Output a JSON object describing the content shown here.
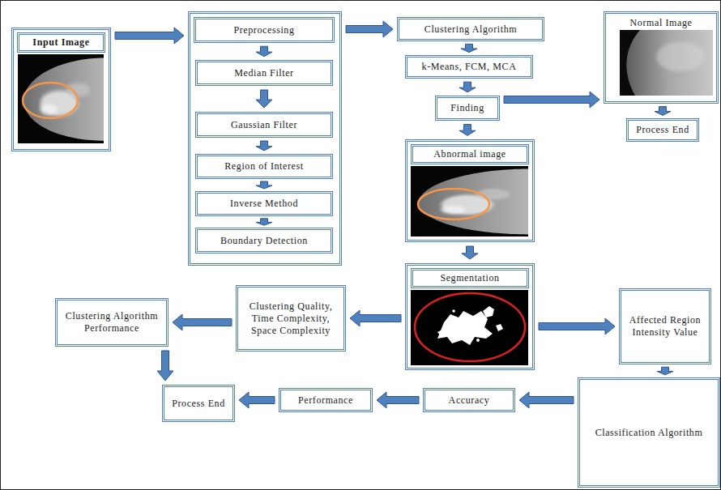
{
  "diagram": {
    "nodes": [
      {
        "text": [
          "Input Image"
        ]
      },
      {
        "text": []
      },
      {
        "text": [
          "Preprocessing"
        ],
        "in": 1
      },
      {
        "text": [
          "Median Filter"
        ],
        "in": 1
      },
      {
        "text": [
          "Gaussian Filter"
        ],
        "in": 1
      },
      {
        "text": [
          "Region of Interest"
        ],
        "in": 1
      },
      {
        "text": [
          "Inverse Method"
        ],
        "in": 1
      },
      {
        "text": [
          "Boundary Detection"
        ],
        "in": 1
      },
      {
        "text": [
          "Clustering Algorithm"
        ]
      },
      {
        "text": [
          "k-Means, FCM, MCA"
        ]
      },
      {
        "text": [
          "Finding"
        ]
      },
      {
        "text": [
          "Normal Image"
        ]
      },
      {
        "text": [
          "Process End"
        ]
      },
      {
        "text": [
          "Abnormal image"
        ]
      },
      {
        "text": [
          "Segmentation"
        ]
      },
      {
        "text": [
          "Clustering Quality, Time Complexity, Space Complexity"
        ]
      },
      {
        "text": [
          "Clustering Algorithm Performance"
        ]
      },
      {
        "text": [
          "Affected Region Intensity Value"
        ]
      },
      {
        "text": [
          "Process End"
        ]
      },
      {
        "text": [
          "Performance"
        ]
      },
      {
        "text": [
          "Accuracy"
        ]
      },
      {
        "text": [
          "Classification Algorithm"
        ]
      }
    ],
    "edges": [
      {
        "from": 0,
        "to": 1,
        "arrow": "to"
      },
      {
        "from": 2,
        "to": 3,
        "arrow": "to"
      },
      {
        "from": 3,
        "to": 4,
        "arrow": "to"
      },
      {
        "from": 4,
        "to": 5,
        "arrow": "to"
      },
      {
        "from": 5,
        "to": 6,
        "arrow": "to"
      },
      {
        "from": 6,
        "to": 7,
        "arrow": "to"
      },
      {
        "from": 1,
        "to": 8,
        "arrow": "to"
      },
      {
        "from": 8,
        "to": 9,
        "arrow": "to"
      },
      {
        "from": 9,
        "to": 10,
        "arrow": "to"
      },
      {
        "from": 10,
        "to": 11,
        "arrow": "to"
      },
      {
        "from": 11,
        "to": 12,
        "arrow": "to"
      },
      {
        "from": 10,
        "to": 13,
        "arrow": "to"
      },
      {
        "from": 13,
        "to": 14,
        "arrow": "to"
      },
      {
        "from": 14,
        "to": 15,
        "arrow": "to"
      },
      {
        "from": 15,
        "to": 16,
        "arrow": "to"
      },
      {
        "from": 16,
        "to": 18,
        "arrow": "to"
      },
      {
        "from": 14,
        "to": 17,
        "arrow": "to"
      },
      {
        "from": 17,
        "to": 21,
        "arrow": "to"
      },
      {
        "from": 21,
        "to": 20,
        "arrow": "to"
      },
      {
        "from": 20,
        "to": 19,
        "arrow": "to"
      },
      {
        "from": 19,
        "to": 18,
        "arrow": "to"
      }
    ]
  }
}
